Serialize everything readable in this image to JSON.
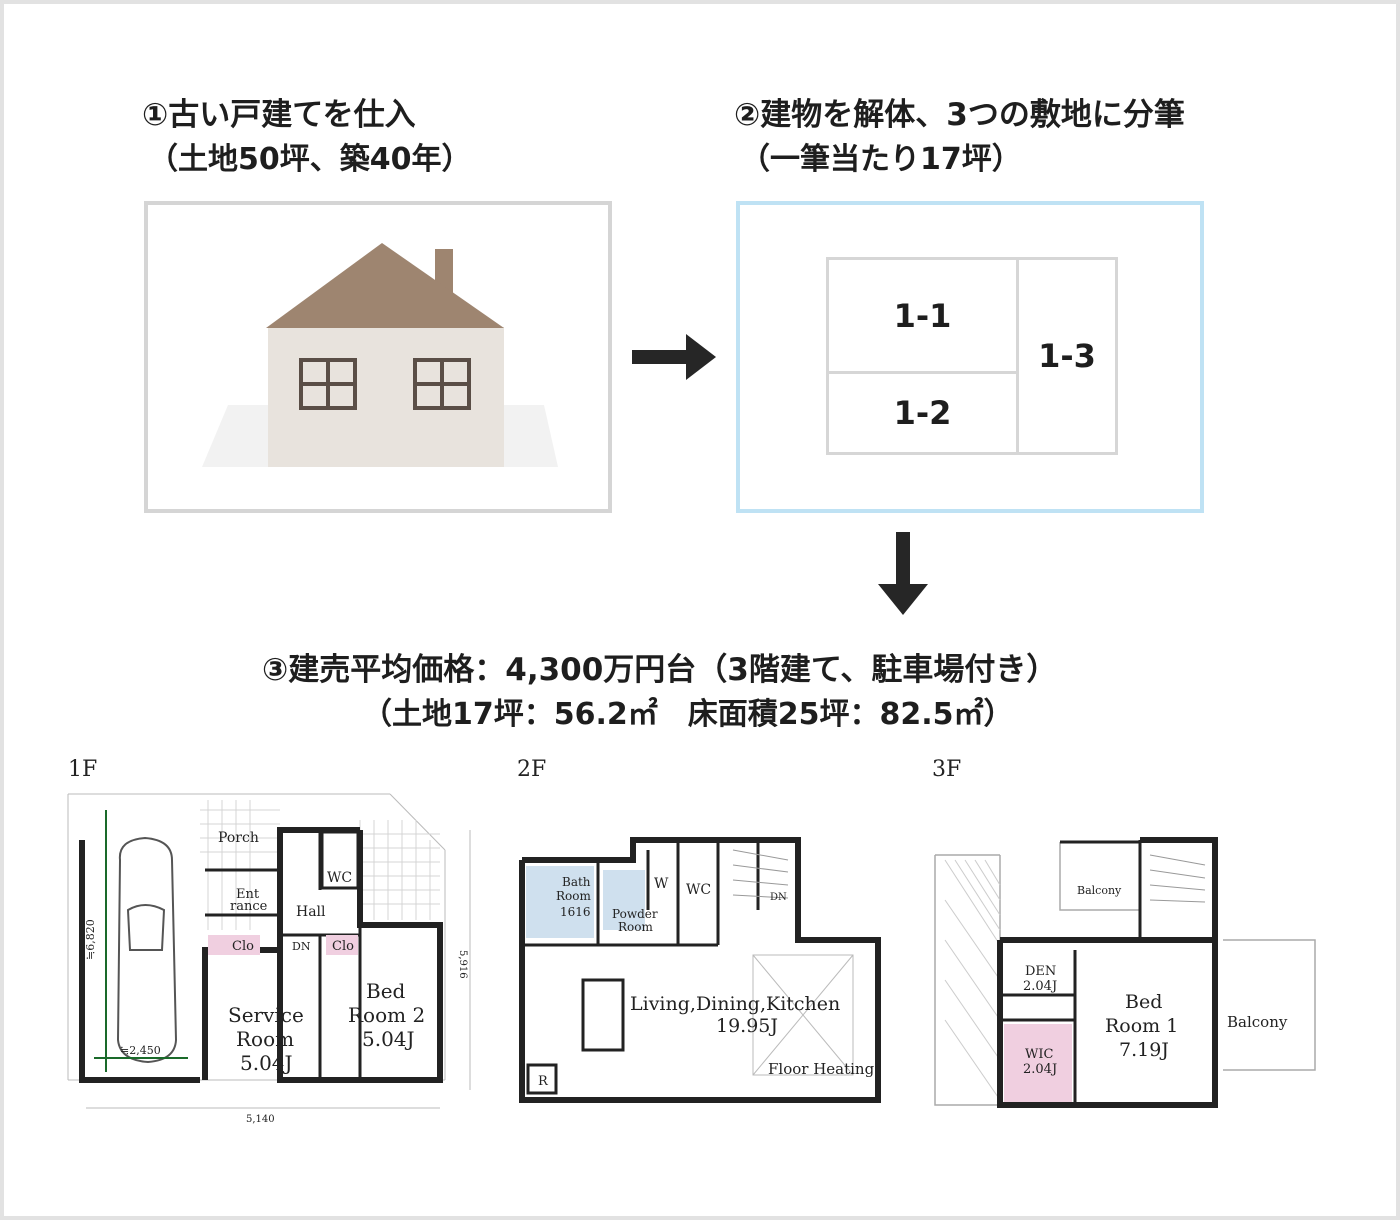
{
  "step1": {
    "title": "①古い戸建てを仕入",
    "sub": "（土地50坪、築40年）"
  },
  "step2": {
    "title": "②建物を解体、3つの敷地に分筆",
    "sub": "（一筆当たり17坪）"
  },
  "step3": {
    "title": "③建売平均価格：4,300万円台（3階建て、駐車場付き）",
    "sub": "（土地17坪：56.2㎡　床面積25坪：82.5㎡）"
  },
  "lots": {
    "a": "1-1",
    "b": "1-2",
    "c": "1-3"
  },
  "floors": {
    "f1": {
      "label": "1F",
      "porch": "Porch",
      "entrance_1": "Ent",
      "entrance_2": "rance",
      "hall": "Hall",
      "wc": "WC",
      "clo_a": "Clo",
      "clo_b": "Clo",
      "dn": "DN",
      "service_1": "Service",
      "service_2": "Room",
      "service_3": "5.04J",
      "bed2_1": "Bed",
      "bed2_2": "Room 2",
      "bed2_3": "5.04J",
      "dim_depth": "≒6,820",
      "dim_width": "≒2,450",
      "dim_total": "5,140",
      "dim_side": "5,916"
    },
    "f2": {
      "label": "2F",
      "bath_1": "Bath",
      "bath_2": "Room",
      "bath_3": "1616",
      "powder_1": "Powder",
      "powder_2": "Room",
      "w": "W",
      "wc": "WC",
      "dn": "DN",
      "ldk_1": "Living,Dining,Kitchen",
      "ldk_2": "19.95J",
      "floor_heating": "Floor Heating",
      "r": "R"
    },
    "f3": {
      "label": "3F",
      "balcony_top": "Balcony",
      "den_1": "DEN",
      "den_2": "2.04J",
      "wic_1": "WIC",
      "wic_2": "2.04J",
      "bed1_1": "Bed",
      "bed1_2": "Room 1",
      "bed1_3": "7.19J",
      "balcony_right": "Balcony"
    }
  },
  "colors": {
    "roof": "#9e8570",
    "wall": "#e8e3dd",
    "ground": "#f2f2f2",
    "window": "#5a4e46",
    "arrow": "#262626",
    "lot_frame": "#bfe2f4",
    "bath_fill": "#cfe0ee",
    "closet_fill": "#f0cfe0"
  }
}
